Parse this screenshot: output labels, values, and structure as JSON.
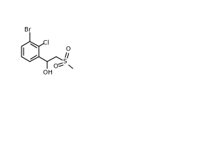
{
  "molecule": {
    "atom_labels": {
      "bromine": "Br",
      "chlorine": "Cl",
      "hydroxyl": "OH",
      "sulfur": "S",
      "oxygen_top": "O",
      "oxygen_left": "O"
    },
    "colors": {
      "bond": "#000000",
      "label": "#000000",
      "background": "#ffffff"
    }
  }
}
